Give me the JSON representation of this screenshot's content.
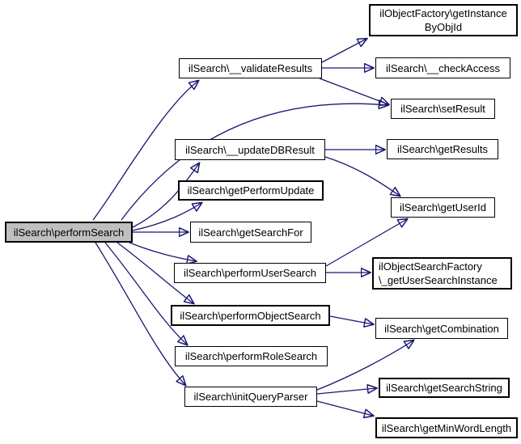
{
  "diagram": {
    "kind": "call-graph",
    "root_function": "ilSearch\\performSearch",
    "edge_color": "#191970",
    "root_fill": "#bfbfbf",
    "node_fill": "#ffffff",
    "node_border_color": "#000000"
  },
  "nodes": [
    {
      "id": "perform-search",
      "label": "ilSearch\\performSearch"
    },
    {
      "id": "validate-results",
      "label": "ilSearch\\__validateResults"
    },
    {
      "id": "update-db-result",
      "label": "ilSearch\\__updateDBResult"
    },
    {
      "id": "get-perform-update",
      "label": "ilSearch\\getPerformUpdate"
    },
    {
      "id": "get-search-for",
      "label": "ilSearch\\getSearchFor"
    },
    {
      "id": "perform-user-search",
      "label": "ilSearch\\performUserSearch"
    },
    {
      "id": "perform-object-search",
      "label": "ilSearch\\performObjectSearch"
    },
    {
      "id": "perform-role-search",
      "label": "ilSearch\\performRoleSearch"
    },
    {
      "id": "init-query-parser",
      "label": "ilSearch\\initQueryParser"
    },
    {
      "id": "get-instance-by-obj-id",
      "label": "ilObjectFactory\\getInstance\nByObjId"
    },
    {
      "id": "check-access",
      "label": "ilSearch\\__checkAccess"
    },
    {
      "id": "set-result",
      "label": "ilSearch\\setResult"
    },
    {
      "id": "get-results",
      "label": "ilSearch\\getResults"
    },
    {
      "id": "get-user-id",
      "label": "ilSearch\\getUserId"
    },
    {
      "id": "get-user-search-instance",
      "label": "ilObjectSearchFactory\n\\_getUserSearchInstance"
    },
    {
      "id": "get-combination",
      "label": "ilSearch\\getCombination"
    },
    {
      "id": "get-search-string",
      "label": "ilSearch\\getSearchString"
    },
    {
      "id": "get-min-word-length",
      "label": "ilSearch\\getMinWordLength"
    }
  ],
  "edges": [
    {
      "from": "perform-search",
      "to": "validate-results"
    },
    {
      "from": "perform-search",
      "to": "set-result"
    },
    {
      "from": "perform-search",
      "to": "update-db-result"
    },
    {
      "from": "perform-search",
      "to": "get-perform-update"
    },
    {
      "from": "perform-search",
      "to": "get-search-for"
    },
    {
      "from": "perform-search",
      "to": "perform-user-search"
    },
    {
      "from": "perform-search",
      "to": "perform-object-search"
    },
    {
      "from": "perform-search",
      "to": "perform-role-search"
    },
    {
      "from": "perform-search",
      "to": "init-query-parser"
    },
    {
      "from": "validate-results",
      "to": "get-instance-by-obj-id"
    },
    {
      "from": "validate-results",
      "to": "check-access"
    },
    {
      "from": "validate-results",
      "to": "set-result"
    },
    {
      "from": "update-db-result",
      "to": "get-results"
    },
    {
      "from": "update-db-result",
      "to": "get-user-id"
    },
    {
      "from": "perform-user-search",
      "to": "get-user-id"
    },
    {
      "from": "perform-user-search",
      "to": "get-user-search-instance"
    },
    {
      "from": "perform-object-search",
      "to": "get-combination"
    },
    {
      "from": "init-query-parser",
      "to": "get-combination"
    },
    {
      "from": "init-query-parser",
      "to": "get-search-string"
    },
    {
      "from": "init-query-parser",
      "to": "get-min-word-length"
    }
  ]
}
